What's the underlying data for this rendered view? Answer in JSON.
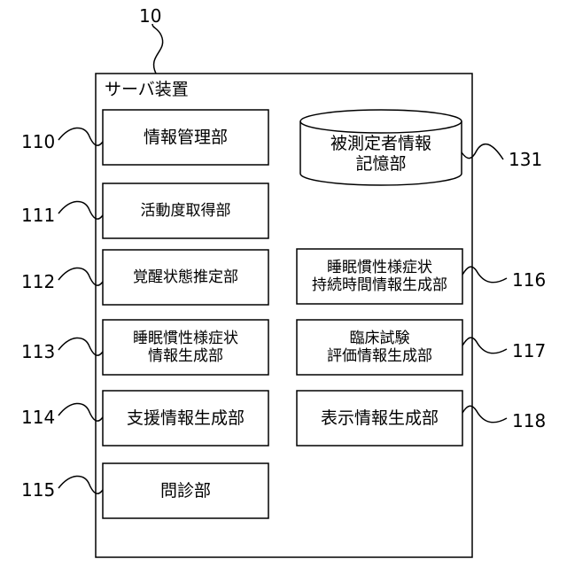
{
  "diagram": {
    "device_ref": "10",
    "device_title": "サーバ装置",
    "units": [
      {
        "ref": "110",
        "label": "情報管理部"
      },
      {
        "ref": "111",
        "label": "活動度取得部"
      },
      {
        "ref": "112",
        "label": "覚醒状態推定部"
      },
      {
        "ref": "113",
        "label_line1": "睡眠慣性様症状",
        "label_line2": "情報生成部"
      },
      {
        "ref": "114",
        "label": "支援情報生成部"
      },
      {
        "ref": "115",
        "label": "問診部"
      },
      {
        "ref": "116",
        "label_line1": "睡眠慣性様症状",
        "label_line2": "持続時間情報生成部"
      },
      {
        "ref": "117",
        "label_line1": "臨床試験",
        "label_line2": "評価情報生成部"
      },
      {
        "ref": "118",
        "label": "表示情報生成部"
      }
    ],
    "storage": {
      "ref": "131",
      "label_line1": "被測定者情報",
      "label_line2": "記憶部"
    }
  }
}
